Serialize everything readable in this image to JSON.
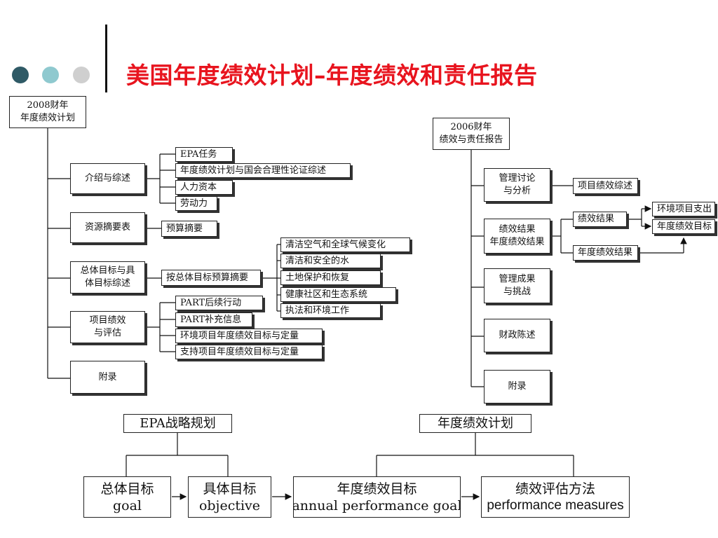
{
  "colors": {
    "title": "#e8141e",
    "dot1": "#2f5a66",
    "dot2": "#8fc9cf",
    "dot3": "#cfcfcf"
  },
  "slide": {
    "title": "美国年度绩效计划–年度绩效和责任报告"
  },
  "plan2008": {
    "root": [
      "2008财年",
      "年度绩效计划"
    ],
    "sections": [
      {
        "label": [
          "介绍与综述"
        ],
        "items": [
          "EPA任务",
          "年度绩效计划与国会合理性论证综述",
          "人力资本",
          "劳动力"
        ]
      },
      {
        "label": [
          "资源摘要表"
        ],
        "items": [
          "预算摘要"
        ]
      },
      {
        "label": [
          "总体目标与具",
          "体目标综述"
        ],
        "mid": "按总体目标预算摘要",
        "items": [
          "清洁空气和全球气候变化",
          "清洁和安全的水",
          "土地保护和恢复",
          "健康社区和生态系统",
          "执法和环境工作"
        ]
      },
      {
        "label": [
          "项目绩效",
          "与评估"
        ],
        "items": [
          "PART后续行动",
          "PART补充信息",
          "环境项目年度绩效目标与定量",
          "支持项目年度绩效目标与定量"
        ]
      },
      {
        "label": [
          "附录"
        ]
      }
    ]
  },
  "report2006": {
    "root": [
      "2006财年",
      "绩效与责任报告"
    ],
    "sections": [
      {
        "label": [
          "管理讨论",
          "与分析"
        ],
        "item": "项目绩效综述"
      },
      {
        "label": [
          "绩效结果",
          "年度绩效结果"
        ],
        "sub1": "绩效结果",
        "sub2": "年度绩效结果",
        "targets": [
          "环境项目支出",
          "年度绩效目标"
        ]
      },
      {
        "label": [
          "管理成果",
          "与挑战"
        ]
      },
      {
        "label": [
          "财政陈述"
        ]
      },
      {
        "label": [
          "附录"
        ]
      }
    ]
  },
  "flow": {
    "epa": "EPA战略规划",
    "annual": "年度绩效计划",
    "goal": [
      "总体目标",
      "goal"
    ],
    "objective": [
      "具体目标",
      "objective"
    ],
    "annual_goal": [
      "年度绩效目标",
      "annual performance goal"
    ],
    "measures": [
      "绩效评估方法",
      "performance measures"
    ]
  }
}
